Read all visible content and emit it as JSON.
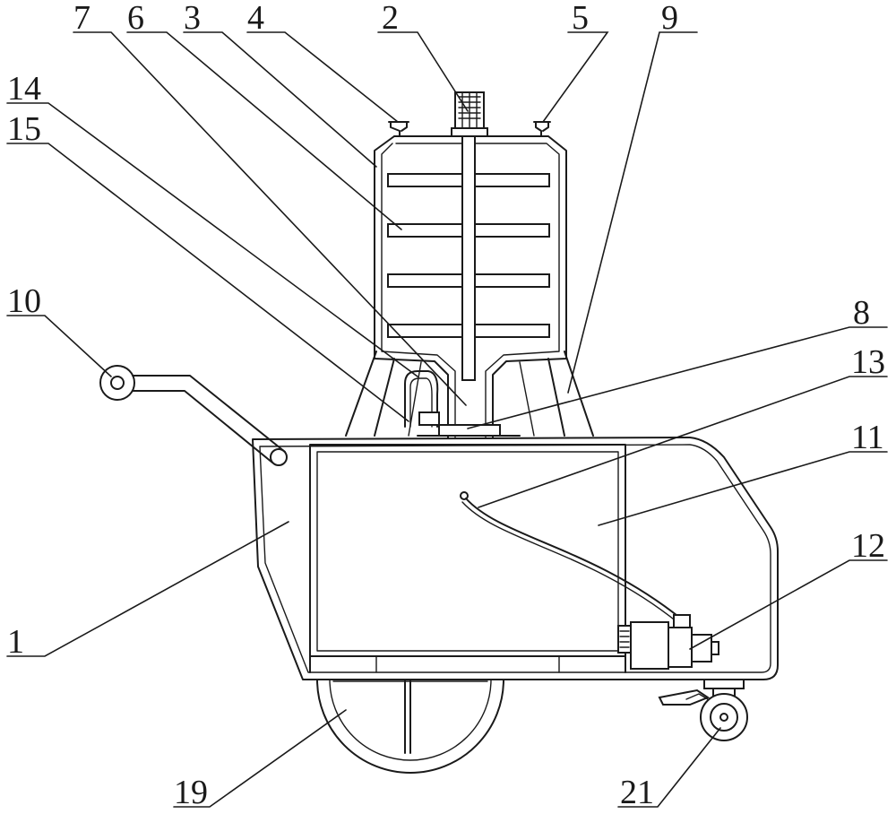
{
  "labels": {
    "l1": "1",
    "l2": "2",
    "l3": "3",
    "l4": "4",
    "l5": "5",
    "l6": "6",
    "l7": "7",
    "l8": "8",
    "l9": "9",
    "l10": "10",
    "l11": "11",
    "l12": "12",
    "l13": "13",
    "l14": "14",
    "l15": "15",
    "l19": "19",
    "l21": "21"
  }
}
